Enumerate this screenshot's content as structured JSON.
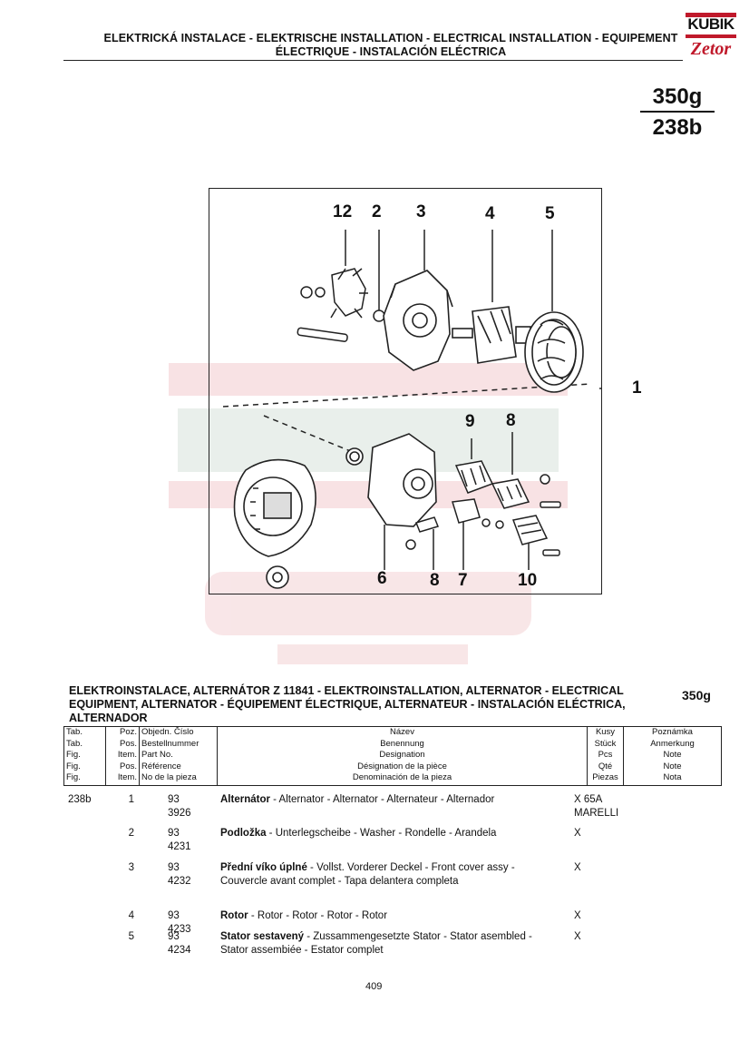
{
  "header": {
    "title_line1": "ELEKTRICKÁ INSTALACE - ELEKTRISCHE INSTALLATION - ELECTRICAL INSTALLATION - EQUIPEMENT",
    "title_line2": "ÉLECTRIQUE - INSTALACIÓN ELÉCTRICA"
  },
  "logo": {
    "brand_top": "KUBIK",
    "brand_bottom": "Zetor"
  },
  "page_code": {
    "top": "350g",
    "bottom": "238b"
  },
  "figure": {
    "callouts": [
      "12",
      "2",
      "3",
      "4",
      "5",
      "1",
      "9",
      "8",
      "6",
      "8",
      "7",
      "10"
    ]
  },
  "section": {
    "title": "ELEKTROINSTALACE, ALTERNÁTOR Z 11841 - ELEKTROINSTALLATION, ALTERNATOR - ELECTRICAL EQUIPMENT, ALTERNATOR - ÉQUIPEMENT ÉLECTRIQUE, ALTERNATEUR - INSTALACIÓN ELÉCTRICA, ALTERNADOR",
    "code": "350g"
  },
  "table_header": {
    "tab": [
      "Tab.",
      "Tab.",
      "Fig.",
      "Fig.",
      "Fig."
    ],
    "poz": [
      "Poz.",
      "Pos.",
      "Item.",
      "Pos.",
      "Item."
    ],
    "obj": [
      "Objedn. Číslo",
      "Bestellnummer",
      "Part No.",
      "Référence",
      "No de la pieza"
    ],
    "nazev": [
      "Název",
      "Benennung",
      "Designation",
      "Désignation de la pièce",
      "Denominación de la pieza"
    ],
    "kusy": [
      "Kusy",
      "Stück",
      "Pcs",
      "Qté",
      "Piezas"
    ],
    "poznamka": [
      "Poznámka",
      "Anmerkung",
      "Note",
      "Note",
      "Nota"
    ]
  },
  "parts": [
    {
      "tab": "238b",
      "poz": "1",
      "part_no": "93 3926",
      "name": "Alternátor",
      "desc": " - Alternator - Alternator - Alternateur - Alternador",
      "note": "X 65A MARELLI"
    },
    {
      "tab": "",
      "poz": "2",
      "part_no": "93 4231",
      "name": "Podložka",
      "desc": " - Unterlegscheibe - Washer - Rondelle - Arandela",
      "note": "X"
    },
    {
      "tab": "",
      "poz": "3",
      "part_no": "93 4232",
      "name": "Přední víko úplné",
      "desc": " - Vollst. Vorderer Deckel - Front cover assy - Couvercle avant complet - Tapa delantera completa",
      "note": "X"
    },
    {
      "tab": "",
      "poz": "4",
      "part_no": "93 4233",
      "name": "Rotor",
      "desc": " - Rotor - Rotor - Rotor - Rotor",
      "note": "X"
    },
    {
      "tab": "",
      "poz": "5",
      "part_no": "93 4234",
      "name": "Stator sestavený",
      "desc": " - Zussammengesetzte Stator - Stator asembled - Stator assembiée - Estator complet",
      "note": "X"
    }
  ],
  "footer": {
    "page_number": "409"
  }
}
